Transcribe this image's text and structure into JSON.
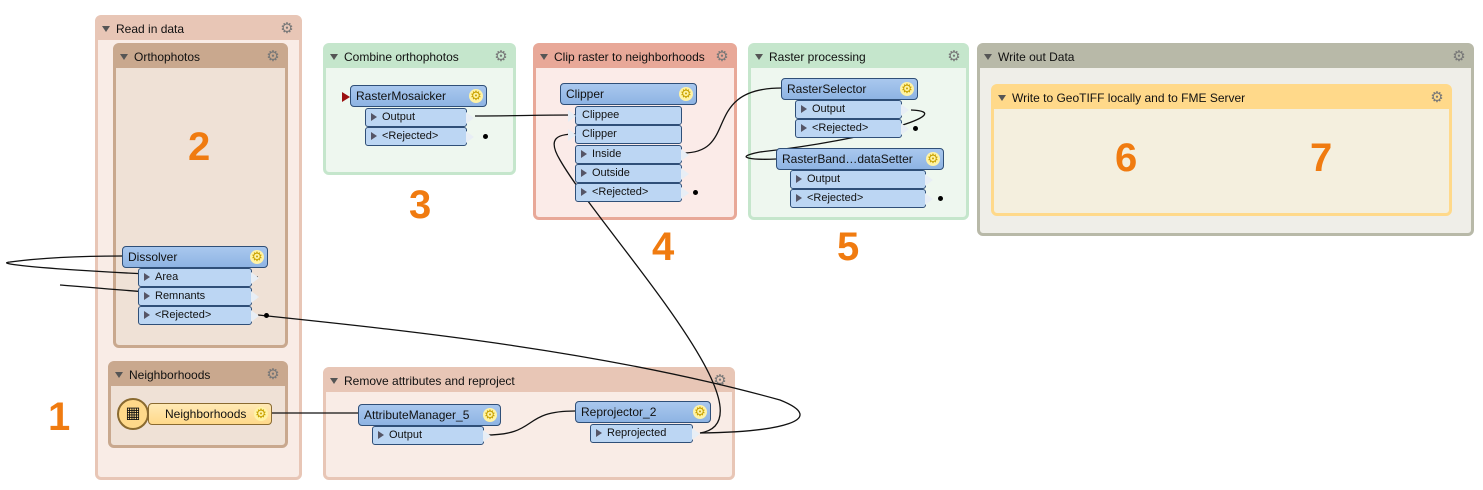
{
  "bookmarks": {
    "read_in_data": "Read in data",
    "orthophotos": "Orthophotos",
    "neighborhoods": "Neighborhoods",
    "combine_orthophotos": "Combine orthophotos",
    "clip_raster": "Clip raster to neighborhoods",
    "raster_processing": "Raster processing",
    "write_out_data": "Write out Data",
    "write_geotiff": "Write to GeoTIFF locally and to FME Server",
    "remove_attributes": "Remove attributes and reproject"
  },
  "numbers": {
    "n1": "1",
    "n2": "2",
    "n3": "3",
    "n4": "4",
    "n5": "5",
    "n6": "6",
    "n7": "7"
  },
  "transformers": {
    "dissolver": {
      "name": "Dissolver",
      "ports": [
        "Area",
        "Remnants",
        "<Rejected>"
      ]
    },
    "neighborhoods_reader": {
      "name": "Neighborhoods"
    },
    "raster_mosaicker": {
      "name": "RasterMosaicker",
      "ports": [
        "Output",
        "<Rejected>"
      ]
    },
    "clipper": {
      "name": "Clipper",
      "inputs": [
        "Clippee",
        "Clipper"
      ],
      "ports": [
        "Inside",
        "Outside",
        "<Rejected>"
      ]
    },
    "raster_selector": {
      "name": "RasterSelector",
      "ports": [
        "Output",
        "<Rejected>"
      ]
    },
    "raster_band_setter": {
      "name": "RasterBand…dataSetter",
      "ports": [
        "Output",
        "<Rejected>"
      ]
    },
    "attribute_manager": {
      "name": "AttributeManager_5",
      "ports": [
        "Output"
      ]
    },
    "reprojector": {
      "name": "Reprojector_2",
      "ports": [
        "Reprojected"
      ]
    }
  },
  "icons": {
    "gear": "gear-icon",
    "collapse": "collapse-triangle-icon",
    "reader": "table-reader-icon"
  },
  "colors": {
    "read_header": "#e8c6b6",
    "read_body": "#f7e9e2",
    "ortho_header": "#c9a88e",
    "ortho_body": "#efe1d6",
    "green_header": "#c5e6cc",
    "green_body": "#eef7ef",
    "clip_header": "#e8a898",
    "clip_body": "#fbebe8",
    "gray_header": "#b8b9a8",
    "gray_body": "#efeee8",
    "geotiff_header": "#ffd98a",
    "geotiff_body": "#f4efde",
    "transformer": "#8eb4e3",
    "number": "#f07b10"
  }
}
